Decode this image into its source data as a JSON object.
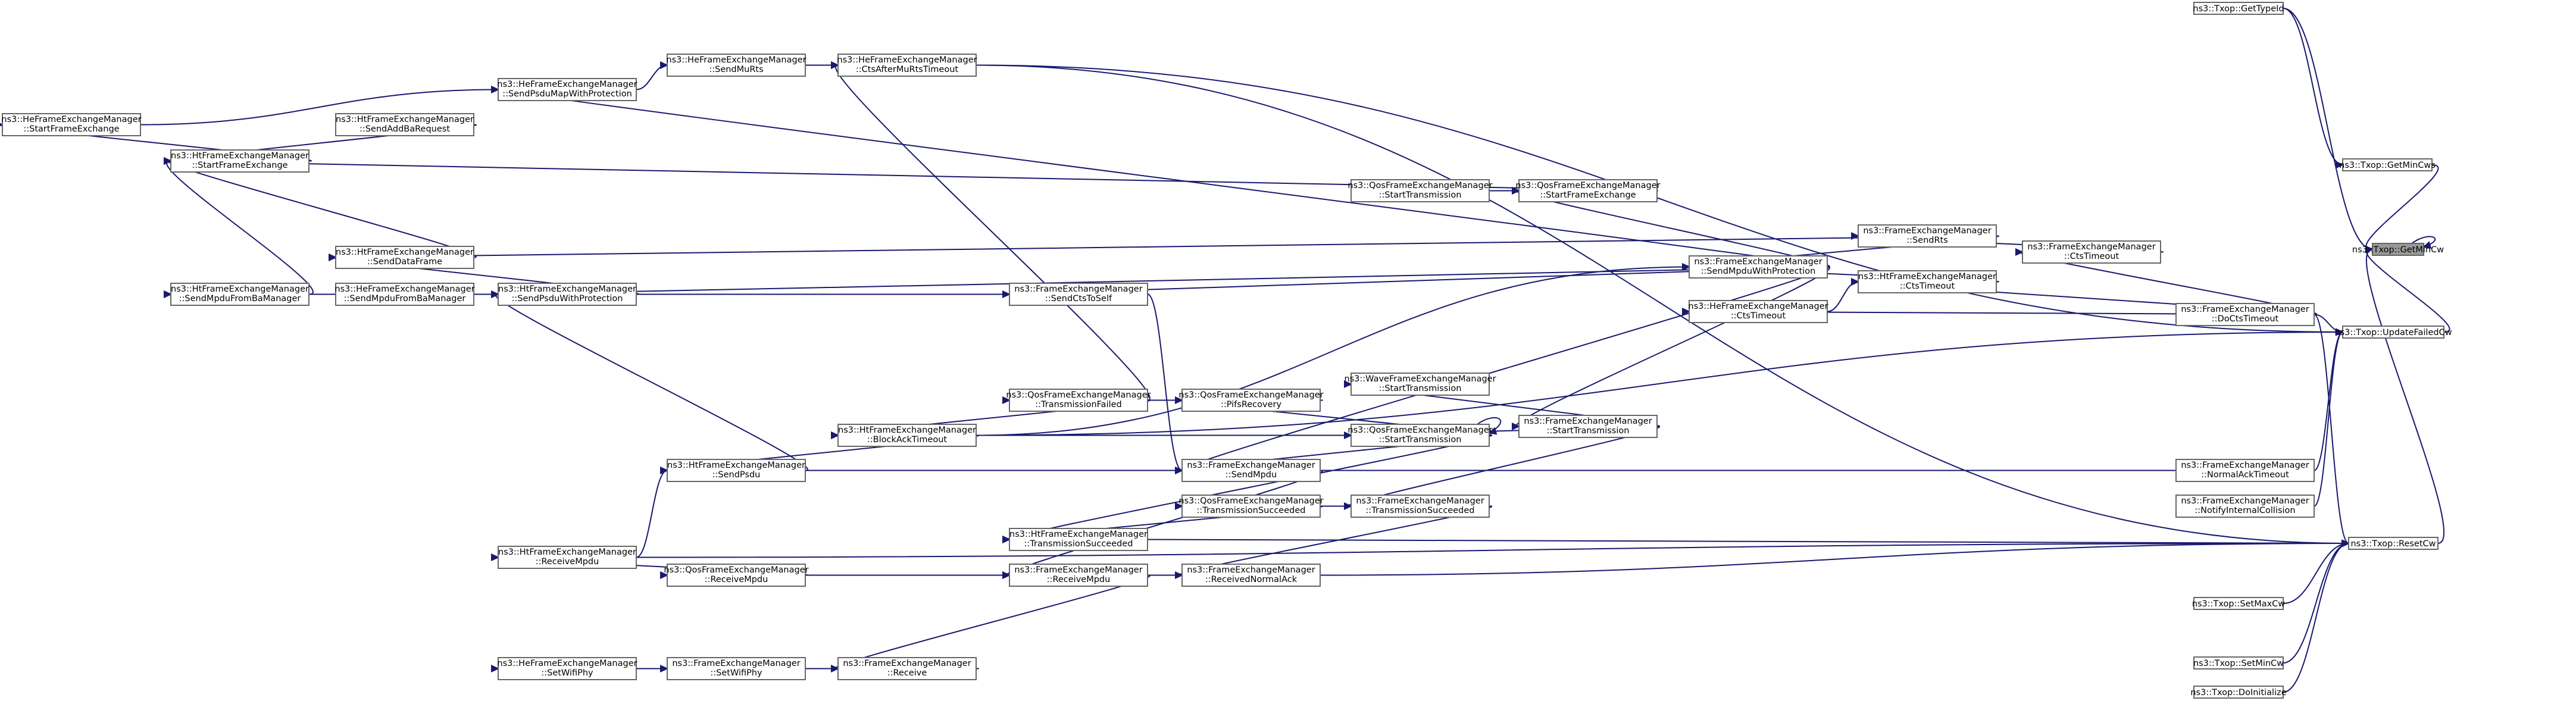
{
  "diagram": {
    "type": "doxygen-caller-graph",
    "root": "n_getmincw",
    "colors": {
      "edge": "#191970",
      "node_border": "#666666",
      "root_fill": "#999999",
      "node_fill": "#ffffff"
    },
    "nodes": [
      {
        "id": "n_getmincw",
        "lines": [
          "ns3::Txop::GetMinCw"
        ]
      },
      {
        "id": "n_gettypeid",
        "lines": [
          "ns3::Txop::GetTypeId"
        ]
      },
      {
        "id": "n_getmincws",
        "lines": [
          "ns3::Txop::GetMinCws"
        ]
      },
      {
        "id": "n_updatefailedcw",
        "lines": [
          "ns3::Txop::UpdateFailedCw"
        ]
      },
      {
        "id": "n_resetcw",
        "lines": [
          "ns3::Txop::ResetCw"
        ]
      },
      {
        "id": "n_setmaxcw",
        "lines": [
          "ns3::Txop::SetMaxCw"
        ]
      },
      {
        "id": "n_setmincw",
        "lines": [
          "ns3::Txop::SetMinCw"
        ]
      },
      {
        "id": "n_doinitialize",
        "lines": [
          "ns3::Txop::DoInitialize"
        ]
      },
      {
        "id": "n_he_ctsaftermurts",
        "lines": [
          "ns3::HeFrameExchangeManager",
          "::CtsAfterMuRtsTimeout"
        ]
      },
      {
        "id": "n_he_sendmurts",
        "lines": [
          "ns3::HeFrameExchangeManager",
          "::SendMuRts"
        ]
      },
      {
        "id": "n_he_sendpsdumap",
        "lines": [
          "ns3::HeFrameExchangeManager",
          "::SendPsduMapWithProtection"
        ]
      },
      {
        "id": "n_he_startfe",
        "lines": [
          "ns3::HeFrameExchangeManager",
          "::StartFrameExchange"
        ]
      },
      {
        "id": "n_ht_startfe",
        "lines": [
          "ns3::HtFrameExchangeManager",
          "::StartFrameExchange"
        ]
      },
      {
        "id": "n_ht_sendaddba",
        "lines": [
          "ns3::HtFrameExchangeManager",
          "::SendAddBaRequest"
        ]
      },
      {
        "id": "n_ht_senddata",
        "lines": [
          "ns3::HtFrameExchangeManager",
          "::SendDataFrame"
        ]
      },
      {
        "id": "n_ht_sendmpdufromba",
        "lines": [
          "ns3::HtFrameExchangeManager",
          "::SendMpduFromBaManager"
        ]
      },
      {
        "id": "n_he_sendmpdufromba",
        "lines": [
          "ns3::HeFrameExchangeManager",
          "::SendMpduFromBaManager"
        ]
      },
      {
        "id": "n_ht_sendpsduwp",
        "lines": [
          "ns3::HtFrameExchangeManager",
          "::SendPsduWithProtection"
        ]
      },
      {
        "id": "n_ht_sendpsdu",
        "lines": [
          "ns3::HtFrameExchangeManager",
          "::SendPsdu"
        ]
      },
      {
        "id": "n_ht_receivempdu",
        "lines": [
          "ns3::HtFrameExchangeManager",
          "::ReceiveMpdu"
        ]
      },
      {
        "id": "n_he_setwifiphy",
        "lines": [
          "ns3::HeFrameExchangeManager",
          "::SetWifiPhy"
        ]
      },
      {
        "id": "n_fe_setwifiphy",
        "lines": [
          "ns3::FrameExchangeManager",
          "::SetWifiPhy"
        ]
      },
      {
        "id": "n_fe_receive",
        "lines": [
          "ns3::FrameExchangeManager",
          "::Receive"
        ]
      },
      {
        "id": "n_qos_receivempdu",
        "lines": [
          "ns3::QosFrameExchangeManager",
          "::ReceiveMpdu"
        ]
      },
      {
        "id": "n_fe_receivempdu",
        "lines": [
          "ns3::FrameExchangeManager",
          "::ReceiveMpdu"
        ]
      },
      {
        "id": "n_fe_receivednack",
        "lines": [
          "ns3::FrameExchangeManager",
          "::ReceivedNormalAck"
        ]
      },
      {
        "id": "n_ht_blockacktimeout",
        "lines": [
          "ns3::HtFrameExchangeManager",
          "::BlockAckTimeout"
        ]
      },
      {
        "id": "n_qos_txfailed",
        "lines": [
          "ns3::QosFrameExchangeManager",
          "::TransmissionFailed"
        ]
      },
      {
        "id": "n_qos_pifsrecovery",
        "lines": [
          "ns3::QosFrameExchangeManager",
          "::PifsRecovery"
        ]
      },
      {
        "id": "n_ht_txsucceeded",
        "lines": [
          "ns3::HtFrameExchangeManager",
          "::TransmissionSucceeded"
        ]
      },
      {
        "id": "n_fe_sendmpdu",
        "lines": [
          "ns3::FrameExchangeManager",
          "::SendMpdu"
        ]
      },
      {
        "id": "n_qos_txsucceeded",
        "lines": [
          "ns3::QosFrameExchangeManager",
          "::TransmissionSucceeded"
        ]
      },
      {
        "id": "n_fe_txsucceeded",
        "lines": [
          "ns3::FrameExchangeManager",
          "::TransmissionSucceeded"
        ]
      },
      {
        "id": "n_fe_sendctstoself",
        "lines": [
          "ns3::FrameExchangeManager",
          "::SendCtsToSelf"
        ]
      },
      {
        "id": "n_qos_starttx_a",
        "lines": [
          "ns3::QosFrameExchangeManager",
          "::StartTransmission"
        ]
      },
      {
        "id": "n_qos_startfe",
        "lines": [
          "ns3::QosFrameExchangeManager",
          "::StartFrameExchange"
        ]
      },
      {
        "id": "n_wave_starttx",
        "lines": [
          "ns3::WaveFrameExchangeManager",
          "::StartTransmission"
        ]
      },
      {
        "id": "n_qos_starttx_b",
        "lines": [
          "ns3::QosFrameExchangeManager",
          "::StartTransmission"
        ]
      },
      {
        "id": "n_fe_starttx",
        "lines": [
          "ns3::FrameExchangeManager",
          "::StartTransmission"
        ]
      },
      {
        "id": "n_fe_sendmpduwp",
        "lines": [
          "ns3::FrameExchangeManager",
          "::SendMpduWithProtection"
        ]
      },
      {
        "id": "n_he_ctstimeout",
        "lines": [
          "ns3::HeFrameExchangeManager",
          "::CtsTimeout"
        ]
      },
      {
        "id": "n_ht_ctstimeout",
        "lines": [
          "ns3::HtFrameExchangeManager",
          "::CtsTimeout"
        ]
      },
      {
        "id": "n_fe_sendrts",
        "lines": [
          "ns3::FrameExchangeManager",
          "::SendRts"
        ]
      },
      {
        "id": "n_fe_ctstimeout",
        "lines": [
          "ns3::FrameExchangeManager",
          "::CtsTimeout"
        ]
      },
      {
        "id": "n_fe_doctstimeout",
        "lines": [
          "ns3::FrameExchangeManager",
          "::DoCtsTimeout"
        ]
      },
      {
        "id": "n_fe_normalacktimeout",
        "lines": [
          "ns3::FrameExchangeManager",
          "::NormalAckTimeout"
        ]
      },
      {
        "id": "n_fe_notifyinternal",
        "lines": [
          "ns3::FrameExchangeManager",
          "::NotifyInternalCollision"
        ]
      }
    ],
    "edges": [
      [
        "n_gettypeid",
        "n_getmincw"
      ],
      [
        "n_getmincws",
        "n_getmincw"
      ],
      [
        "n_updatefailedcw",
        "n_getmincw"
      ],
      [
        "n_resetcw",
        "n_getmincw"
      ],
      [
        "n_getmincw",
        "n_getmincw"
      ],
      [
        "n_gettypeid",
        "n_getmincws"
      ],
      [
        "n_he_ctsaftermurts",
        "n_updatefailedcw"
      ],
      [
        "n_fe_doctstimeout",
        "n_updatefailedcw"
      ],
      [
        "n_fe_normalacktimeout",
        "n_updatefailedcw"
      ],
      [
        "n_fe_notifyinternal",
        "n_updatefailedcw"
      ],
      [
        "n_ht_blockacktimeout",
        "n_updatefailedcw"
      ],
      [
        "n_he_ctsaftermurts",
        "n_resetcw"
      ],
      [
        "n_fe_doctstimeout",
        "n_resetcw"
      ],
      [
        "n_setmaxcw",
        "n_resetcw"
      ],
      [
        "n_setmincw",
        "n_resetcw"
      ],
      [
        "n_doinitialize",
        "n_resetcw"
      ],
      [
        "n_fe_receivednack",
        "n_resetcw"
      ],
      [
        "n_ht_txsucceeded",
        "n_resetcw"
      ],
      [
        "n_ht_receivempdu",
        "n_resetcw"
      ],
      [
        "n_he_sendmurts",
        "n_he_ctsaftermurts"
      ],
      [
        "n_qos_txfailed",
        "n_he_ctsaftermurts"
      ],
      [
        "n_he_sendpsdumap",
        "n_he_sendmurts"
      ],
      [
        "n_he_startfe",
        "n_he_sendpsdumap"
      ],
      [
        "n_fe_sendmpduwp",
        "n_he_sendpsdumap"
      ],
      [
        "n_ht_startfe",
        "n_he_startfe"
      ],
      [
        "n_ht_sendaddba",
        "n_ht_startfe"
      ],
      [
        "n_ht_senddata",
        "n_ht_startfe"
      ],
      [
        "n_ht_sendmpdufromba",
        "n_ht_startfe"
      ],
      [
        "n_qos_startfe",
        "n_ht_startfe"
      ],
      [
        "n_ht_sendpsduwp",
        "n_ht_senddata"
      ],
      [
        "n_ht_sendpsduwp",
        "n_ht_sendmpdufromba"
      ],
      [
        "n_he_sendmpdufromba",
        "n_ht_sendmpdufromba"
      ],
      [
        "n_ht_sendpsdu",
        "n_ht_sendpsduwp"
      ],
      [
        "n_fe_sendctstoself",
        "n_ht_sendpsduwp"
      ],
      [
        "n_fe_sendmpduwp",
        "n_ht_sendpsduwp"
      ],
      [
        "n_fe_sendrts",
        "n_ht_senddata"
      ],
      [
        "n_ht_receivempdu",
        "n_ht_sendpsdu"
      ],
      [
        "n_ht_blockacktimeout",
        "n_ht_sendpsdu"
      ],
      [
        "n_fe_setwifiphy",
        "n_he_setwifiphy"
      ],
      [
        "n_fe_receive",
        "n_fe_setwifiphy"
      ],
      [
        "n_fe_receivempdu",
        "n_fe_receive"
      ],
      [
        "n_qos_receivempdu",
        "n_ht_receivempdu"
      ],
      [
        "n_fe_receivempdu",
        "n_qos_receivempdu"
      ],
      [
        "n_fe_receivednack",
        "n_fe_receivempdu"
      ],
      [
        "n_fe_sendmpdu",
        "n_fe_receivempdu"
      ],
      [
        "n_fe_txsucceeded",
        "n_fe_receivednack"
      ],
      [
        "n_qos_txfailed",
        "n_ht_blockacktimeout"
      ],
      [
        "n_qos_starttx_b",
        "n_ht_blockacktimeout"
      ],
      [
        "n_qos_pifsrecovery",
        "n_qos_txfailed"
      ],
      [
        "n_qos_starttx_b",
        "n_qos_pifsrecovery"
      ],
      [
        "n_qos_txsucceeded",
        "n_ht_txsucceeded"
      ],
      [
        "n_qos_starttx_b",
        "n_ht_txsucceeded"
      ],
      [
        "n_fe_txsucceeded",
        "n_qos_txsucceeded"
      ],
      [
        "n_qos_starttx_b",
        "n_fe_sendmpdu"
      ],
      [
        "n_fe_sendctstoself",
        "n_fe_sendmpdu"
      ],
      [
        "n_fe_normalacktimeout",
        "n_fe_sendmpdu"
      ],
      [
        "n_fe_sendmpduwp",
        "n_fe_sendmpdu"
      ],
      [
        "n_fe_starttx",
        "n_fe_txsucceeded"
      ],
      [
        "n_fe_sendmpduwp",
        "n_fe_sendctstoself"
      ],
      [
        "n_qos_starttx_a",
        "n_qos_startfe"
      ],
      [
        "n_fe_sendmpduwp",
        "n_qos_startfe"
      ],
      [
        "n_fe_starttx",
        "n_wave_starttx"
      ],
      [
        "n_fe_starttx",
        "n_qos_starttx_b"
      ],
      [
        "n_qos_starttx_b",
        "n_qos_starttx_b"
      ],
      [
        "n_fe_sendmpduwp",
        "n_fe_starttx"
      ],
      [
        "n_fe_sendrts",
        "n_fe_sendmpduwp"
      ],
      [
        "n_fe_ctstimeout",
        "n_fe_sendrts"
      ],
      [
        "n_ht_ctstimeout",
        "n_fe_sendmpduwp"
      ],
      [
        "n_he_ctstimeout",
        "n_ht_ctstimeout"
      ],
      [
        "n_fe_doctstimeout",
        "n_fe_ctstimeout"
      ],
      [
        "n_fe_doctstimeout",
        "n_ht_ctstimeout"
      ],
      [
        "n_fe_doctstimeout",
        "n_he_ctstimeout"
      ],
      [
        "n_ht_blockacktimeout",
        "n_fe_sendmpduwp"
      ],
      [
        "n_ht_sendpsdu",
        "n_fe_sendmpdu"
      ]
    ]
  }
}
